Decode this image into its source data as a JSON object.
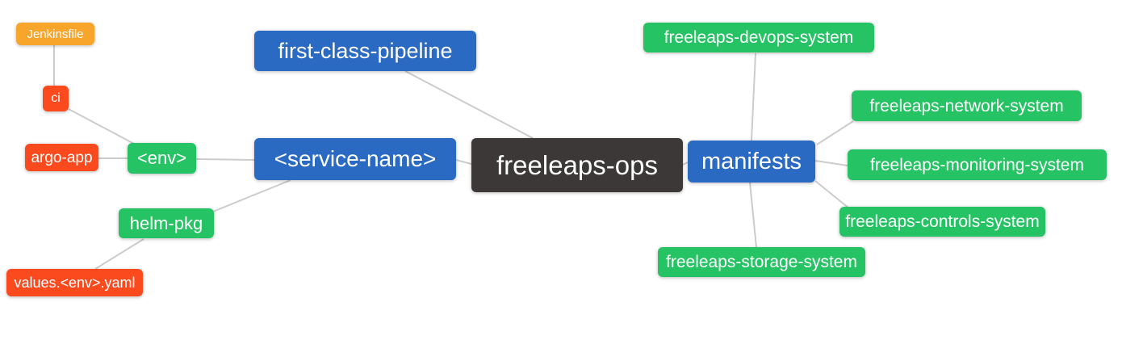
{
  "diagram": {
    "type": "mindmap",
    "palette": {
      "root": "#3b3837",
      "blue": "#2a6ac2",
      "green": "#25c364",
      "orange": "#f7a62b",
      "red": "#fb4b1e",
      "edge": "#cccccc",
      "text": "#ffffff"
    },
    "nodes": [
      {
        "id": "jenkinsfile",
        "label": "Jenkinsfile",
        "color": "orange"
      },
      {
        "id": "ci",
        "label": "ci",
        "color": "red"
      },
      {
        "id": "argo-app",
        "label": "argo-app",
        "color": "red"
      },
      {
        "id": "env",
        "label": "<env>",
        "color": "green"
      },
      {
        "id": "first-class-pipeline",
        "label": "first-class-pipeline",
        "color": "blue"
      },
      {
        "id": "service-name",
        "label": "<service-name>",
        "color": "blue"
      },
      {
        "id": "freeleaps-ops",
        "label": "freeleaps-ops",
        "color": "root"
      },
      {
        "id": "manifests",
        "label": "manifests",
        "color": "blue"
      },
      {
        "id": "helm-pkg",
        "label": "helm-pkg",
        "color": "green"
      },
      {
        "id": "values-env-yaml",
        "label": "values.<env>.yaml",
        "color": "red"
      },
      {
        "id": "freeleaps-devops-system",
        "label": "freeleaps-devops-system",
        "color": "green"
      },
      {
        "id": "freeleaps-network-system",
        "label": "freeleaps-network-system",
        "color": "green"
      },
      {
        "id": "freeleaps-monitoring-system",
        "label": "freeleaps-monitoring-system",
        "color": "green"
      },
      {
        "id": "freeleaps-controls-system",
        "label": "freeleaps-controls-system",
        "color": "green"
      },
      {
        "id": "freeleaps-storage-system",
        "label": "freeleaps-storage-system",
        "color": "green"
      }
    ],
    "edges": [
      [
        "jenkinsfile",
        "ci"
      ],
      [
        "ci",
        "env"
      ],
      [
        "argo-app",
        "env"
      ],
      [
        "env",
        "service-name"
      ],
      [
        "first-class-pipeline",
        "freeleaps-ops"
      ],
      [
        "service-name",
        "freeleaps-ops"
      ],
      [
        "service-name",
        "helm-pkg"
      ],
      [
        "helm-pkg",
        "values-env-yaml"
      ],
      [
        "freeleaps-ops",
        "manifests"
      ],
      [
        "manifests",
        "freeleaps-devops-system"
      ],
      [
        "manifests",
        "freeleaps-network-system"
      ],
      [
        "manifests",
        "freeleaps-monitoring-system"
      ],
      [
        "manifests",
        "freeleaps-controls-system"
      ],
      [
        "manifests",
        "freeleaps-storage-system"
      ]
    ]
  }
}
